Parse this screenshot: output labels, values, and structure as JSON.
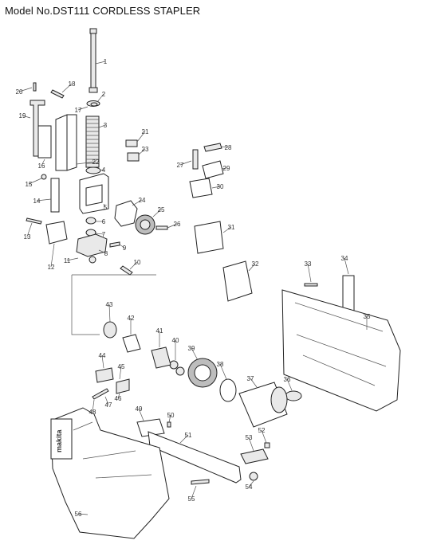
{
  "title": "Model No.DST111 CORDLESS STAPLER",
  "brand_mark": "makita",
  "parts": [
    {
      "n": "1"
    },
    {
      "n": "2"
    },
    {
      "n": "3"
    },
    {
      "n": "4"
    },
    {
      "n": "5"
    },
    {
      "n": "6"
    },
    {
      "n": "7"
    },
    {
      "n": "8"
    },
    {
      "n": "9"
    },
    {
      "n": "10"
    },
    {
      "n": "11"
    },
    {
      "n": "12"
    },
    {
      "n": "13"
    },
    {
      "n": "14"
    },
    {
      "n": "15"
    },
    {
      "n": "16"
    },
    {
      "n": "17"
    },
    {
      "n": "18"
    },
    {
      "n": "19"
    },
    {
      "n": "20"
    },
    {
      "n": "21"
    },
    {
      "n": "22"
    },
    {
      "n": "23"
    },
    {
      "n": "24"
    },
    {
      "n": "25"
    },
    {
      "n": "26"
    },
    {
      "n": "27"
    },
    {
      "n": "28"
    },
    {
      "n": "29"
    },
    {
      "n": "30"
    },
    {
      "n": "31"
    },
    {
      "n": "32"
    },
    {
      "n": "33"
    },
    {
      "n": "34"
    },
    {
      "n": "35"
    },
    {
      "n": "36"
    },
    {
      "n": "37"
    },
    {
      "n": "38"
    },
    {
      "n": "39"
    },
    {
      "n": "40"
    },
    {
      "n": "41"
    },
    {
      "n": "42"
    },
    {
      "n": "43"
    },
    {
      "n": "44"
    },
    {
      "n": "45"
    },
    {
      "n": "46"
    },
    {
      "n": "47"
    },
    {
      "n": "48"
    },
    {
      "n": "49"
    },
    {
      "n": "50"
    },
    {
      "n": "51"
    },
    {
      "n": "52"
    },
    {
      "n": "53"
    },
    {
      "n": "54"
    },
    {
      "n": "55"
    },
    {
      "n": "56"
    }
  ]
}
